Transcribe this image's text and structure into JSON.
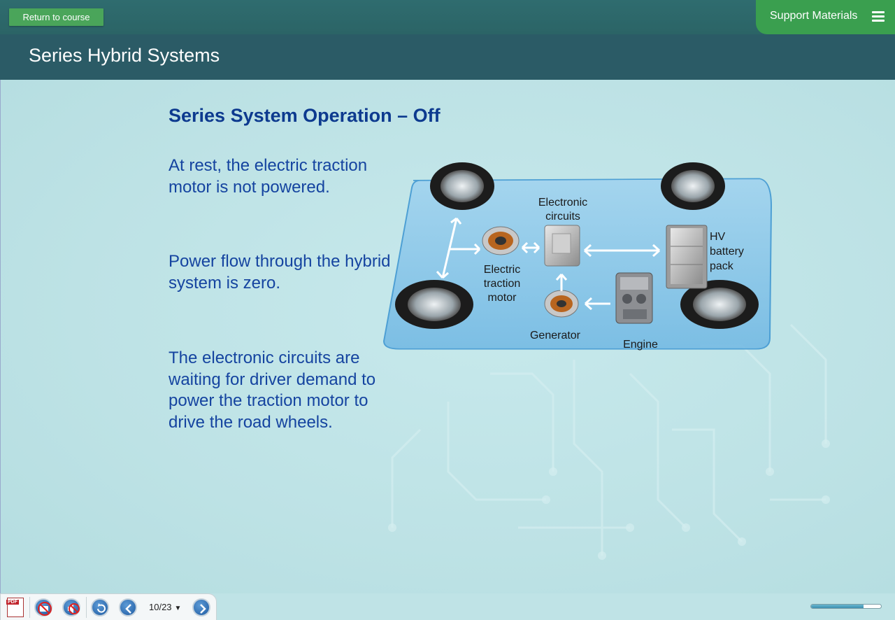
{
  "topbar": {
    "return_label": "Return to course",
    "support_label": "Support Materials"
  },
  "header": {
    "title": "Series Hybrid Systems"
  },
  "slide": {
    "title": "Series System Operation – Off",
    "paragraphs": [
      "At rest, the electric traction motor is not powered.",
      "Power flow through the hybrid system is zero.",
      "The electronic circuits are waiting for driver demand to power the traction motor to drive the road wheels."
    ],
    "diagram_labels": {
      "electronic_circuits": "Electronic circuits",
      "motor": "Electric traction motor",
      "battery": "HV battery pack",
      "generator": "Generator",
      "engine": "Engine"
    }
  },
  "player": {
    "page": "10/23",
    "progress_fraction": 0.75
  }
}
